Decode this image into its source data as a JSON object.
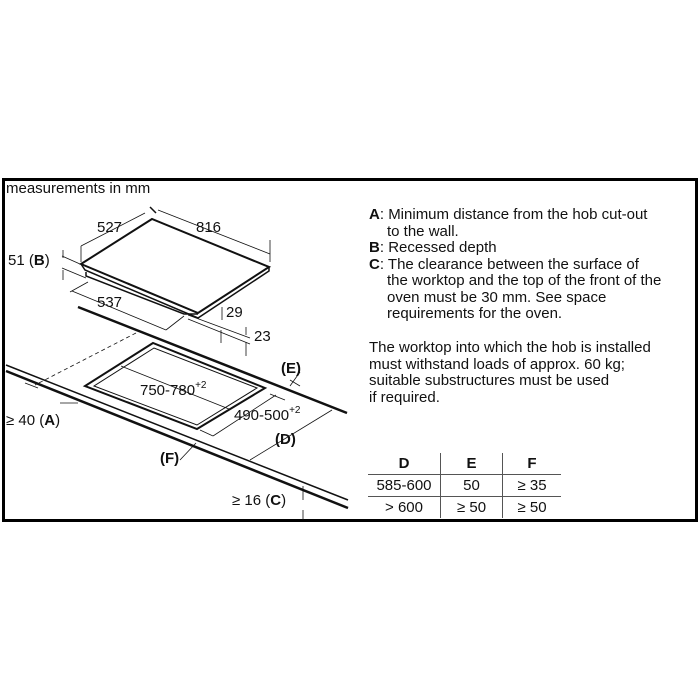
{
  "caption": "measurements in mm",
  "dimensions": {
    "hob_depth": "527",
    "hob_width": "816",
    "recess_depth": "51",
    "recess_label": "B",
    "base_width": "537",
    "dim_29": "29",
    "dim_23": "23",
    "cutout_width": "750-780",
    "cutout_width_tol": "+2",
    "cutout_depth": "490-500",
    "cutout_depth_tol": "+2",
    "label_e": "(E)",
    "label_d": "(D)",
    "label_f": "(F)",
    "min_a_prefix": "≥ 40 (",
    "min_a_label": "A",
    "min_c_prefix": "≥ 16 (",
    "min_c_label": "C"
  },
  "notes": [
    {
      "key": "A",
      "lines": [
        "Minimum distance from the hob cut-out",
        "to the wall."
      ]
    },
    {
      "key": "B",
      "lines": [
        "Recessed depth"
      ]
    },
    {
      "key": "C",
      "lines": [
        "The clearance between the surface of",
        "the worktop and the top of the front of the",
        "oven must be 30 mm. See space",
        "requirements for the oven."
      ]
    }
  ],
  "paragraph": [
    "The worktop into which the hob is installed",
    "must withstand loads of approx. 60 kg;",
    "suitable substructures must be used",
    "if required."
  ],
  "table": {
    "headers": [
      "D",
      "E",
      "F"
    ],
    "rows": [
      [
        "585-600",
        "50",
        "≥ 35"
      ],
      [
        "> 600",
        "≥ 50",
        "≥ 50"
      ]
    ]
  }
}
